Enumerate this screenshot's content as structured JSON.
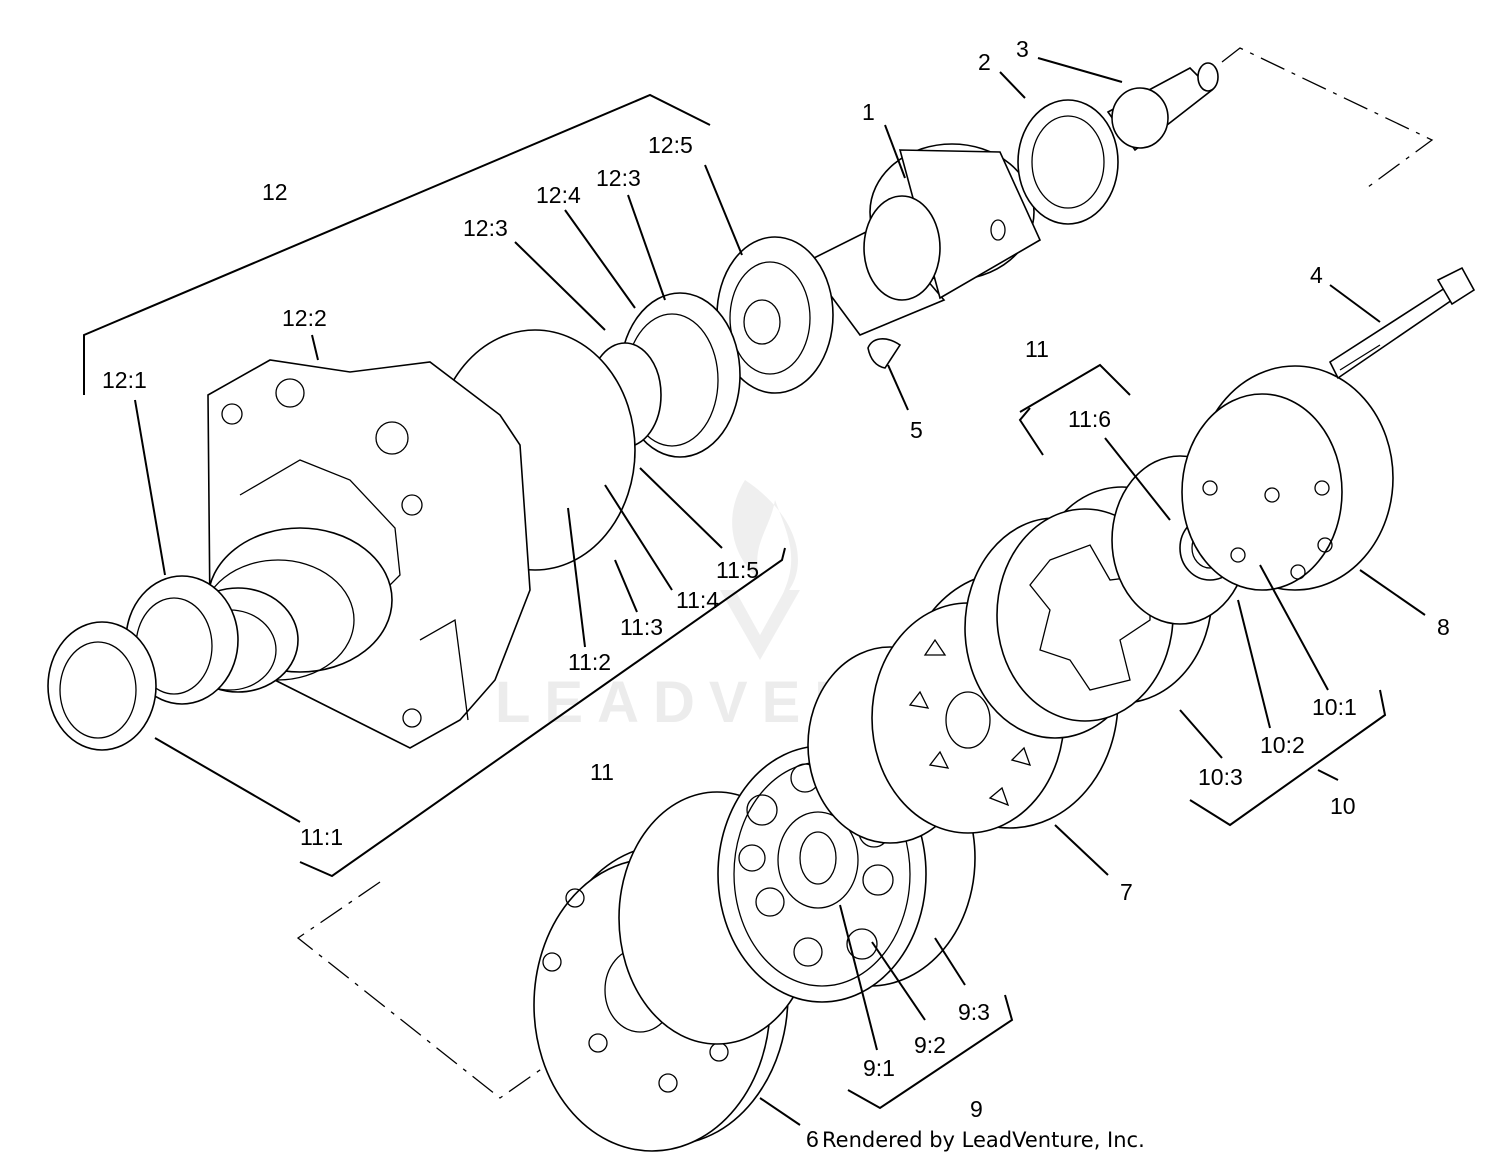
{
  "watermark": "LEADVENTURE",
  "credit": "Rendered by LeadVenture, Inc.",
  "callouts": [
    {
      "id": "1",
      "text": "1"
    },
    {
      "id": "2",
      "text": "2"
    },
    {
      "id": "3",
      "text": "3"
    },
    {
      "id": "4",
      "text": "4"
    },
    {
      "id": "5",
      "text": "5"
    },
    {
      "id": "6",
      "text": "6"
    },
    {
      "id": "7",
      "text": "7"
    },
    {
      "id": "8",
      "text": "8"
    },
    {
      "id": "9",
      "text": "9"
    },
    {
      "id": "9-1",
      "text": "9:1"
    },
    {
      "id": "9-2",
      "text": "9:2"
    },
    {
      "id": "9-3",
      "text": "9:3"
    },
    {
      "id": "10",
      "text": "10"
    },
    {
      "id": "10-1",
      "text": "10:1"
    },
    {
      "id": "10-2",
      "text": "10:2"
    },
    {
      "id": "10-3",
      "text": "10:3"
    },
    {
      "id": "11-bottom",
      "text": "11"
    },
    {
      "id": "11-top",
      "text": "11"
    },
    {
      "id": "11-1",
      "text": "11:1"
    },
    {
      "id": "11-2",
      "text": "11:2"
    },
    {
      "id": "11-3",
      "text": "11:3"
    },
    {
      "id": "11-4",
      "text": "11:4"
    },
    {
      "id": "11-5",
      "text": "11:5"
    },
    {
      "id": "11-6",
      "text": "11:6"
    },
    {
      "id": "12",
      "text": "12"
    },
    {
      "id": "12-1",
      "text": "12:1"
    },
    {
      "id": "12-2",
      "text": "12:2"
    },
    {
      "id": "12-3-a",
      "text": "12:3"
    },
    {
      "id": "12-3-b",
      "text": "12:3"
    },
    {
      "id": "12-4",
      "text": "12:4"
    },
    {
      "id": "12-5",
      "text": "12:5"
    }
  ]
}
